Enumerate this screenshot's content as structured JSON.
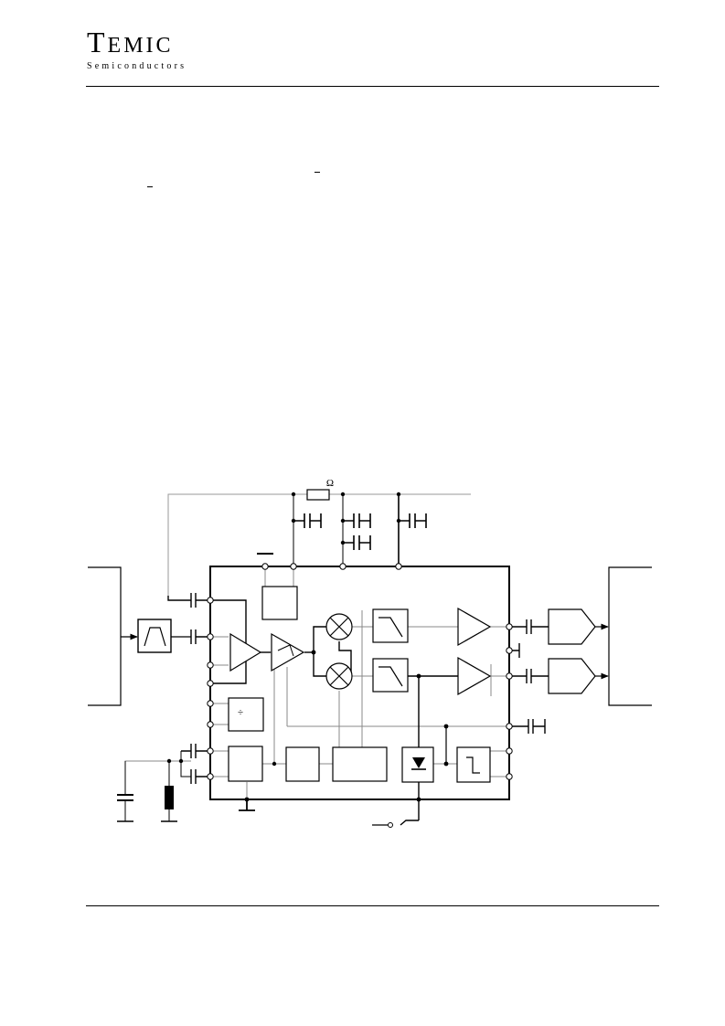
{
  "header": {
    "logo_initial": "T",
    "logo_rest": "EMIC",
    "logo_sub": "Semiconductors"
  },
  "diagram": {
    "resistor_unit": "Ω",
    "divider_symbol": "÷"
  }
}
